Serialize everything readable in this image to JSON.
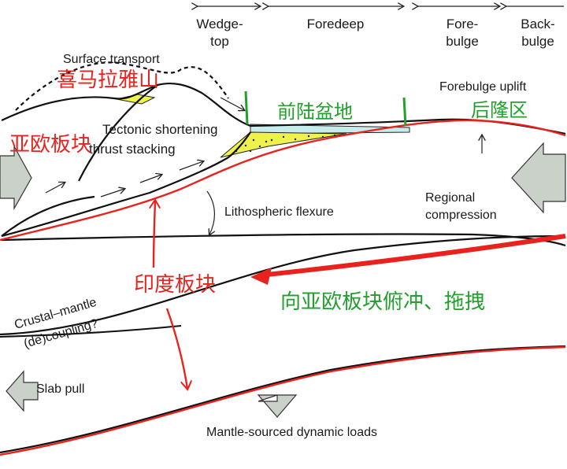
{
  "zones": {
    "wedge_top_1": "Wedge-",
    "wedge_top_2": "top",
    "foredeep": "Foredeep",
    "forebulge_1": "Fore-",
    "forebulge_2": "bulge",
    "backbulge_1": "Back-",
    "backbulge_2": "bulge"
  },
  "labels": {
    "surface_transport": "Surface transport",
    "tectonic_1": "Tectonic shortening",
    "tectonic_2": "thrust stacking",
    "forebulge_uplift": "Forebulge uplift",
    "lithospheric_flexure": "Lithospheric flexure",
    "regional_1": "Regional",
    "regional_2": "compression",
    "crustal_1": "Crustal–mantle",
    "crustal_2": "(de)coupling?",
    "slab_pull": "Slab pull",
    "mantle_loads": "Mantle-sourced dynamic loads"
  },
  "annotations": {
    "himalaya": "喜马拉雅山",
    "eurasian_plate": "亚欧板块",
    "foreland_basin": "前陆盆地",
    "back_uplift": "后隆区",
    "indian_plate": "印度板块",
    "subduction": "向亚欧板块俯冲、拖拽"
  },
  "colors": {
    "annotation_red": "#e8231e",
    "annotation_green": "#21a02b",
    "basin_fill": "#c7ecec",
    "sediment_fill": "#eef24a",
    "big_arrow": "#c9d1c9"
  }
}
